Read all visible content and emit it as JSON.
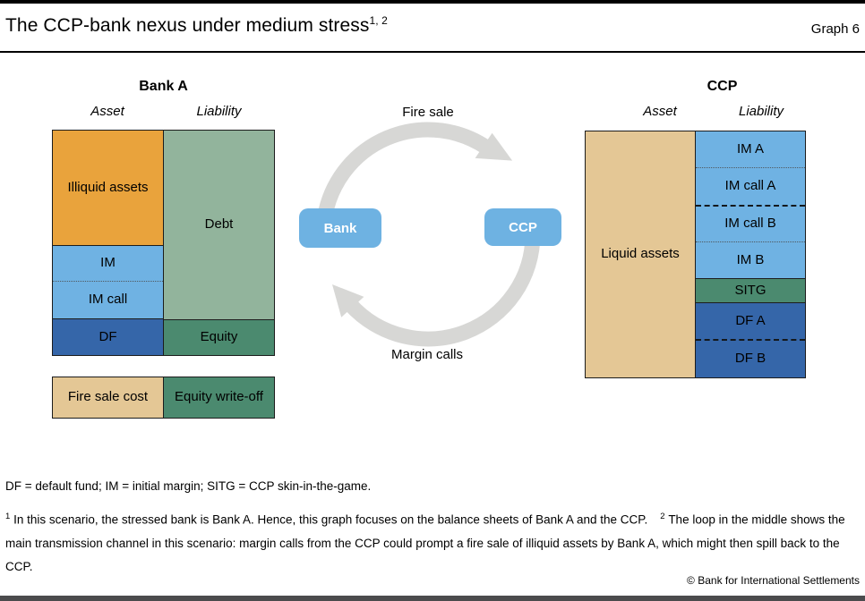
{
  "header": {
    "title": "The CCP-bank nexus under medium stress",
    "title_superscript": "1, 2",
    "graph_label": "Graph 6"
  },
  "colors": {
    "orange": "#E9A33C",
    "light_blue": "#6FB2E3",
    "dark_blue": "#3566A9",
    "debt_green": "#92B49C",
    "dark_green": "#4B8A6F",
    "tan": "#E4C795",
    "arrow_gray": "#D7D7D5",
    "node_blue": "#6EB2E2"
  },
  "bank_a": {
    "title": "Bank A",
    "asset_header": "Asset",
    "liability_header": "Liability",
    "asset_cells": [
      {
        "label": "Illiquid assets",
        "color": "#E9A33C"
      },
      {
        "label": "IM",
        "color": "#6FB2E3"
      },
      {
        "label": "IM call",
        "color": "#6FB2E3"
      },
      {
        "label": "DF",
        "color": "#3566A9"
      }
    ],
    "liability_cells": [
      {
        "label": "Debt",
        "color": "#92B49C"
      },
      {
        "label": "Equity",
        "color": "#4B8A6F"
      }
    ],
    "loss_row": [
      {
        "label": "Fire sale cost",
        "color": "#E4C795"
      },
      {
        "label": "Equity write-off",
        "color": "#4B8A6F"
      }
    ]
  },
  "cycle": {
    "top_label": "Fire sale",
    "bottom_label": "Margin calls",
    "left_node": "Bank",
    "right_node": "CCP",
    "arrow_color": "#D7D7D5",
    "node_color": "#6EB2E2"
  },
  "ccp": {
    "title": "CCP",
    "asset_header": "Asset",
    "liability_header": "Liability",
    "asset_cells": [
      {
        "label": "Liquid assets",
        "color": "#E4C795"
      }
    ],
    "liability_cells": [
      {
        "label": "IM A",
        "color": "#6FB2E3"
      },
      {
        "label": "IM call A",
        "color": "#6FB2E3"
      },
      {
        "label": "IM call B",
        "color": "#6FB2E3"
      },
      {
        "label": "IM B",
        "color": "#6FB2E3"
      },
      {
        "label": "SITG",
        "color": "#4B8A6F"
      },
      {
        "label": "DF A",
        "color": "#3566A9"
      },
      {
        "label": "DF B",
        "color": "#3566A9"
      }
    ]
  },
  "footnotes": {
    "abbreviations": "DF = default fund; IM = initial margin; SITG = CCP skin-in-the-game.",
    "note1_marker": "1",
    "note1": "In this scenario, the stressed bank is Bank A. Hence, this graph focuses on the balance sheets of Bank A and the CCP.",
    "note2_marker": "2",
    "note2": "The loop in the middle shows the main transmission channel in this scenario: margin calls from the CCP could prompt a fire sale of illiquid assets by Bank A, which might then spill back to the CCP.",
    "copyright": "© Bank for International Settlements"
  }
}
